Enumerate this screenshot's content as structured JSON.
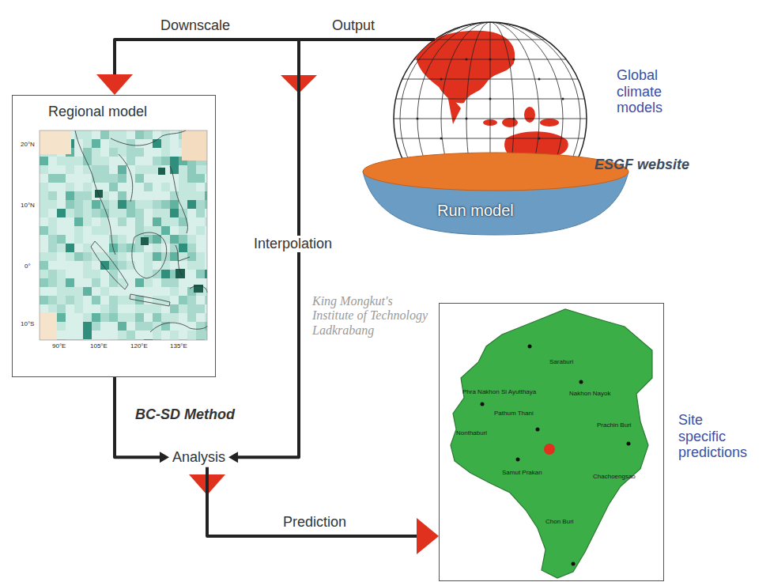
{
  "diagram": {
    "nodes": [
      {
        "text": [
          "Regional model"
        ]
      },
      {
        "text": [
          "Global climate models",
          "ESGF website",
          "Run model"
        ]
      },
      {
        "text": [
          "Analysis"
        ]
      },
      {
        "text": [
          "Site specific predictions"
        ]
      }
    ],
    "edges": [
      {
        "from": 1,
        "to": 0,
        "label": "Downscale",
        "arrow": "to"
      },
      {
        "from": 1,
        "to": 2,
        "label": "Interpolation",
        "arrow": "to"
      },
      {
        "from": 0,
        "to": 2,
        "label": "BC-SD Method",
        "arrow": "to"
      },
      {
        "from": 2,
        "to": 3,
        "label": "Prediction",
        "arrow": "to"
      }
    ],
    "labels": [
      "Output",
      "King Mongkut's Institute of Technology Ladkrabang",
      "20°N",
      "10°N",
      "0°",
      "10°S",
      "90°E",
      "105°E",
      "120°E",
      "135°E",
      "Saraburi",
      "Phra Nakhon Si Ayutthaya",
      "Nakhon Nayok",
      "Pathum Thani",
      "Nonthaburi",
      "Prachin Buri",
      "Samut Prakan",
      "Chachoengsao",
      "Chon Buri"
    ]
  }
}
